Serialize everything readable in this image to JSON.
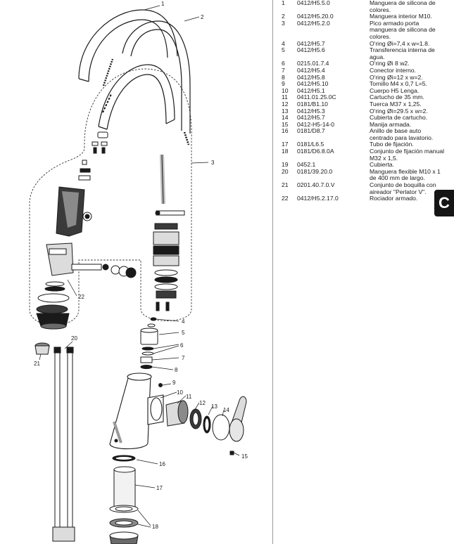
{
  "section_tab": "C",
  "callouts": [
    "1",
    "2",
    "3",
    "4",
    "5",
    "6",
    "7",
    "8",
    "9",
    "10",
    "11",
    "12",
    "13",
    "14",
    "15",
    "16",
    "17",
    "18",
    "20",
    "21",
    "22"
  ],
  "parts": [
    {
      "num": "1",
      "code": "0412/H5.5.0",
      "desc": "Manguera de silicona de colores."
    },
    {
      "num": "2",
      "code": "0412/H5.20.0",
      "desc": "Manguera interior M10."
    },
    {
      "num": "3",
      "code": "0412/H5.2.0",
      "desc": "Pico armado porta manguera de silicona de colores."
    },
    {
      "num": "4",
      "code": "0412/H5.7",
      "desc": "O'ring Øi=7,4 x w=1.8."
    },
    {
      "num": "5",
      "code": "0412/H5.6",
      "desc": "Transferencia interna de agua."
    },
    {
      "num": "6",
      "code": "0215.01.7.4",
      "desc": "O'ring Øi 8 w2."
    },
    {
      "num": "7",
      "code": "0412/H5.4",
      "desc": "Conector interno."
    },
    {
      "num": "8",
      "code": "0412/H5.8",
      "desc": "O'ring Øi=12 x w=2."
    },
    {
      "num": "9",
      "code": "0412/H5.10",
      "desc": "Tornillo M4 x 0,7 L=5."
    },
    {
      "num": "10",
      "code": "0412/H5.1",
      "desc": "Cuerpo H5 Lenga."
    },
    {
      "num": "11",
      "code": "0411.01.25.0C",
      "desc": "Cartucho de 35 mm."
    },
    {
      "num": "12",
      "code": "0181/B1.10",
      "desc": "Tuerca M37 x 1,25."
    },
    {
      "num": "13",
      "code": "0412/H5.3",
      "desc": "O'ring Øi=29.5 x w=2."
    },
    {
      "num": "14",
      "code": "0412/H5.7",
      "desc": "Cubierta de cartucho."
    },
    {
      "num": "15",
      "code": "0412-H5-14-0",
      "desc": "Manija armada."
    },
    {
      "num": "16",
      "code": "0181/D8.7",
      "desc": "Anillo de base auto centrado para lavatorio."
    },
    {
      "num": "17",
      "code": "0181/L6.5",
      "desc": "Tubo de fijación."
    },
    {
      "num": "18",
      "code": "0181/D6.8.0A",
      "desc": "Conjunto de fijación manual M32 x 1,5."
    },
    {
      "num": "19",
      "code": "0452.1",
      "desc": "Cubierta."
    },
    {
      "num": "20",
      "code": "0181/39.20.0",
      "desc": "Manguera flexible M10 x 1 de 400 mm de largo."
    },
    {
      "num": "21",
      "code": "0201.40.7.0.V",
      "desc": "Conjunto de boquilla con aireador \"Perlator V\"."
    },
    {
      "num": "22",
      "code": "0412/H5.2.17.0",
      "desc": "Rociador armado."
    }
  ]
}
